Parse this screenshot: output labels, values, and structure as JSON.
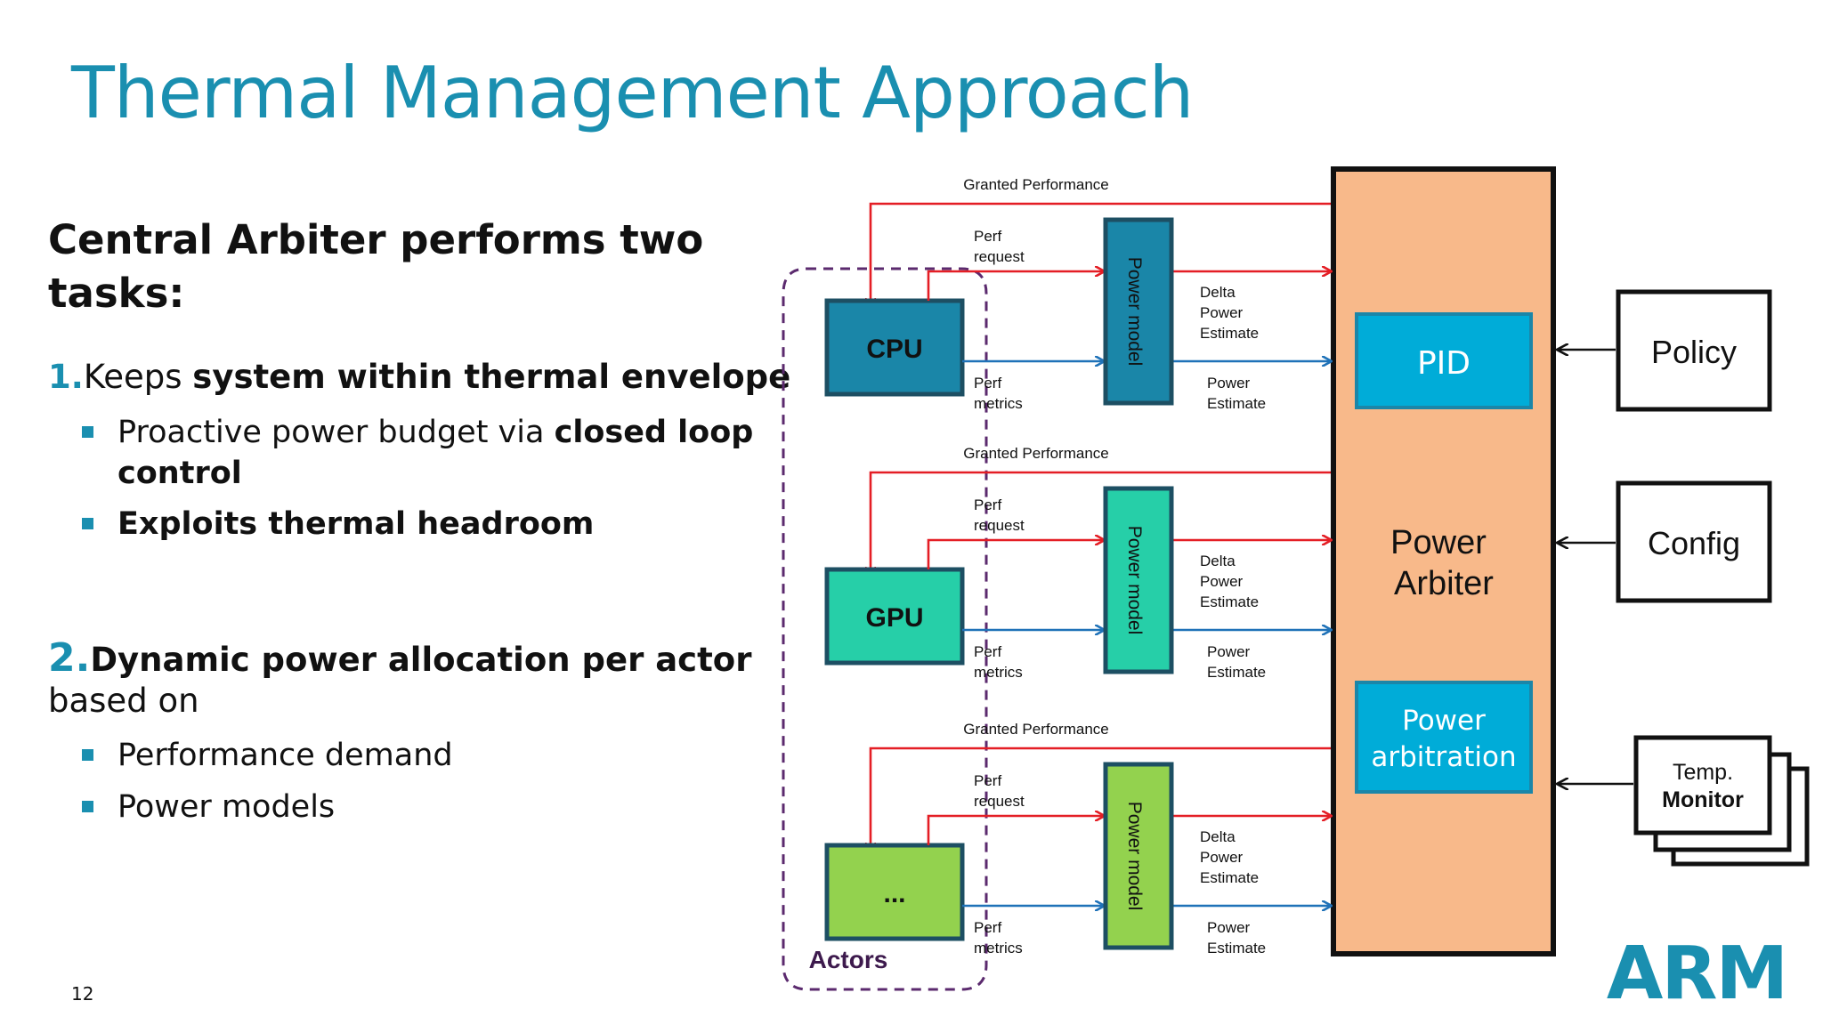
{
  "title": "Thermal Management Approach",
  "heading": "Central Arbiter performs two tasks:",
  "point1": {
    "number": "1.",
    "text_prefix": "Keeps ",
    "text_bold": "system within thermal envelope",
    "bullets": [
      {
        "prefix": "Proactive power budget via ",
        "bold": "closed loop control"
      },
      {
        "prefix": "",
        "bold": "Exploits thermal headroom"
      }
    ]
  },
  "point2": {
    "number": "2.",
    "text_bold": "Dynamic power allocation per actor",
    "text_rest": "based on",
    "bullets": [
      "Performance demand",
      "Power models"
    ]
  },
  "page_number": "12",
  "diagram": {
    "actors": [
      {
        "label": "CPU",
        "color": "#1a86a8"
      },
      {
        "label": "GPU",
        "color": "#26cfa8"
      },
      {
        "label": "...",
        "color": "#93d24e"
      }
    ],
    "actors_group_label": "Actors",
    "power_model_label": "Power model",
    "granted_performance": "Granted Performance",
    "perf_request": [
      "Perf",
      "request"
    ],
    "perf_metrics": [
      "Perf",
      "metrics"
    ],
    "delta_power_estimate": [
      "Delta",
      "Power",
      "Estimate"
    ],
    "power_estimate": [
      "Power",
      "Estimate"
    ],
    "arbiter": {
      "label_line1": "Power",
      "label_line2": "Arbiter",
      "pid_label": "PID",
      "arbitration_line1": "Power",
      "arbitration_line2": "arbitration",
      "color": "#f8b98a",
      "inner_color": "#00acd8"
    },
    "inputs": {
      "policy": "Policy",
      "config": "Config",
      "temp_line1": "Temp.",
      "temp_line2": "Monitor"
    },
    "colors": {
      "red_arrow": "#e41e25",
      "blue_arrow": "#1f72b8",
      "actors_dash": "#5b2a6e"
    }
  },
  "logo": "ARM"
}
